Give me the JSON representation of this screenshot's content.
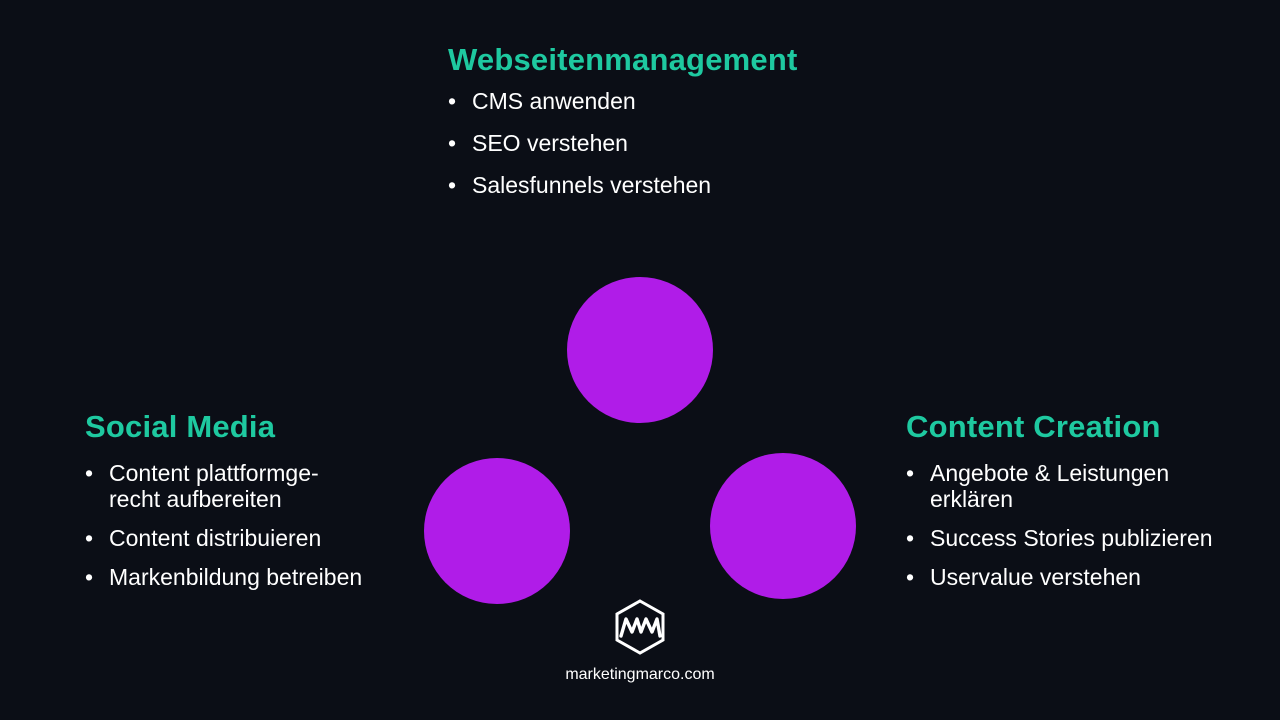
{
  "colors": {
    "background": "#0b0e16",
    "heading": "#1ec9a0",
    "text": "#ffffff",
    "circle": "#b01ce8"
  },
  "top": {
    "heading": "Webseitenmanagement",
    "items": [
      "CMS anwenden",
      "SEO verstehen",
      "Salesfunnels verstehen"
    ]
  },
  "left": {
    "heading": "Social Media",
    "items": [
      {
        "line1": "Content plattformge-",
        "line2": "recht aufbereiten"
      },
      {
        "line1": "Content distribuieren"
      },
      {
        "line1": "Markenbildung betreiben"
      }
    ]
  },
  "right": {
    "heading": "Content Creation",
    "items": [
      {
        "line1": "Angebote & Leistungen",
        "line2": "erklären"
      },
      {
        "line1": "Success Stories publizieren"
      },
      {
        "line1": "Uservalue verstehen"
      }
    ]
  },
  "footer": {
    "logo_icon": "marketingmarco-logo-icon",
    "website": "marketingmarco.com"
  }
}
